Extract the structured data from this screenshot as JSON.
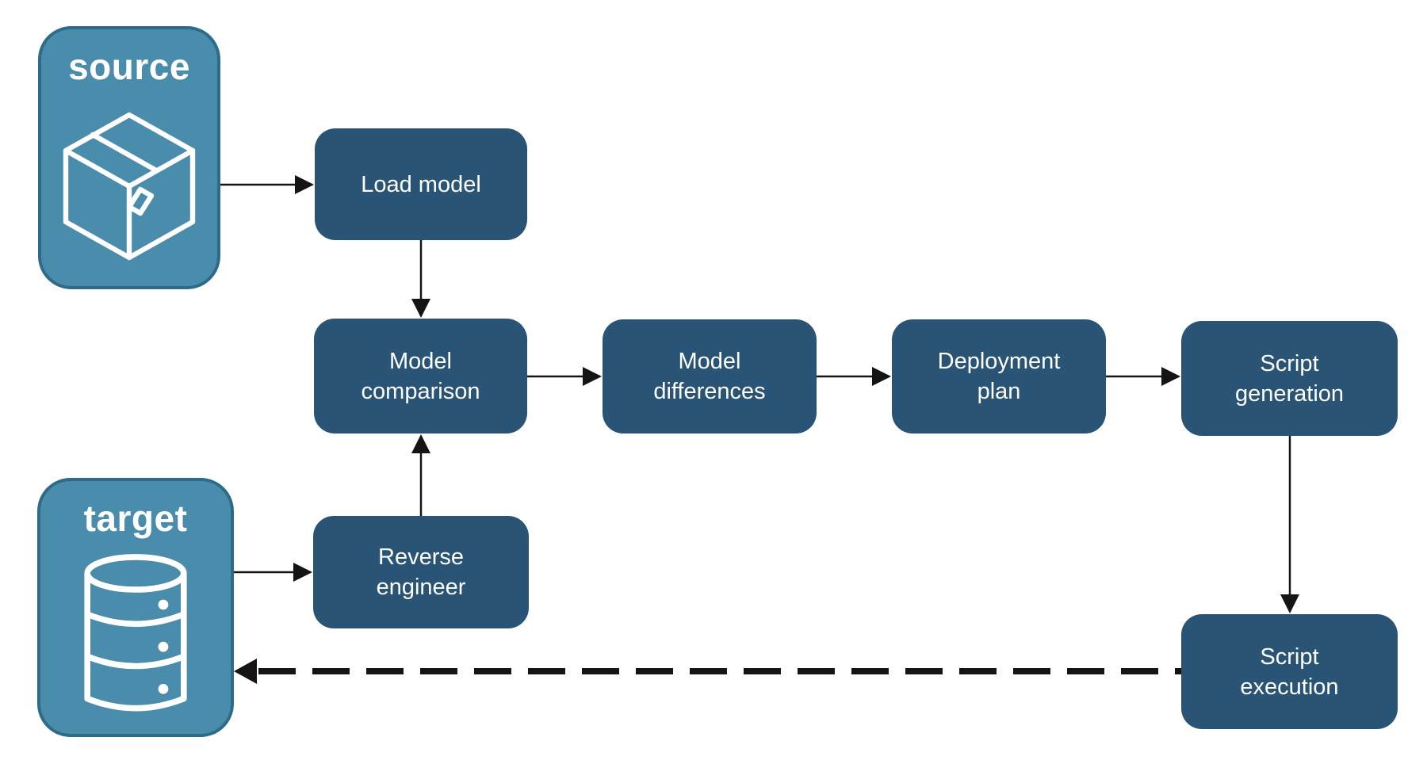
{
  "colors": {
    "entity_fill": "#4A8CAB",
    "entity_border": "#2E6B88",
    "process_fill": "#2A5475",
    "label_text": "#FFFFFF",
    "connector": "#141414",
    "background": "#FFFFFF"
  },
  "entities": {
    "source": {
      "label": "source",
      "icon": "package-icon"
    },
    "target": {
      "label": "target",
      "icon": "database-icon"
    }
  },
  "processes": {
    "load_model": {
      "lines": [
        "Load model"
      ]
    },
    "model_comparison": {
      "lines": [
        "Model",
        "comparison"
      ]
    },
    "model_differences": {
      "lines": [
        "Model",
        "differences"
      ]
    },
    "deployment_plan": {
      "lines": [
        "Deployment",
        "plan"
      ]
    },
    "script_generation": {
      "lines": [
        "Script",
        "generation"
      ]
    },
    "reverse_engineer": {
      "lines": [
        "Reverse",
        "engineer"
      ]
    },
    "script_execution": {
      "lines": [
        "Script",
        "execution"
      ]
    }
  },
  "edges": [
    {
      "from": "source",
      "to": "load-model",
      "style": "solid"
    },
    {
      "from": "load-model",
      "to": "model-comparison",
      "style": "solid"
    },
    {
      "from": "model-comparison",
      "to": "model-differences",
      "style": "solid"
    },
    {
      "from": "model-differences",
      "to": "deployment-plan",
      "style": "solid"
    },
    {
      "from": "deployment-plan",
      "to": "script-generation",
      "style": "solid"
    },
    {
      "from": "target",
      "to": "reverse-engineer",
      "style": "solid"
    },
    {
      "from": "reverse-engineer",
      "to": "model-comparison",
      "style": "solid"
    },
    {
      "from": "script-generation",
      "to": "script-execution",
      "style": "solid"
    },
    {
      "from": "script-execution",
      "to": "target",
      "style": "dashed"
    }
  ]
}
